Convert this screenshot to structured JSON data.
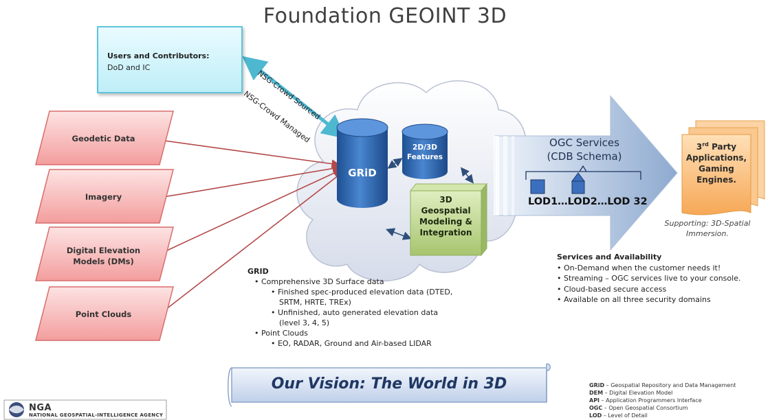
{
  "title": "Foundation GEOINT 3D",
  "users_box": {
    "title": "Users and Contributors:",
    "subtitle": "DoD and IC"
  },
  "crowd_labels": {
    "sourced": "NSG-Crowd Sourced",
    "managed": "NSG-Crowd Managed"
  },
  "data_sources": [
    {
      "label_lines": [
        "Geodetic Data"
      ]
    },
    {
      "label_lines": [
        "Imagery"
      ]
    },
    {
      "label_lines": [
        "Digital Elevation",
        "Models (DMs)"
      ]
    },
    {
      "label_lines": [
        "Point Clouds"
      ]
    }
  ],
  "grid_db": "GRiD",
  "features_db": {
    "line1": "2D/3D",
    "line2": "Features"
  },
  "modeling_box": {
    "lines": [
      "3D",
      "Geospatial",
      "Modeling &",
      "Integration"
    ]
  },
  "ogc": {
    "title": "OGC Services",
    "subtitle": "(CDB Schema)",
    "lod": "LOD1…LOD2…LOD 32"
  },
  "third_party": {
    "sup_prefix": "3",
    "sup": "rd",
    "line1_rest": " Party",
    "lines": [
      "Applications,",
      "Gaming",
      "Engines."
    ]
  },
  "supporting": {
    "line1": "Supporting: 3D-Spatial",
    "line2": "Immersion."
  },
  "grid_section": {
    "heading": "GRID",
    "items": [
      "• Comprehensive 3D Surface data",
      "• Finished spec-produced elevation data (DTED,",
      "SRTM, HRTE, TREx)",
      "• Unfinished, auto generated elevation data",
      "(level 3, 4, 5)",
      "• Point Clouds",
      "• EO, RADAR, Ground and Air-based LIDAR"
    ]
  },
  "services_section": {
    "heading": "Services and Availability",
    "items": [
      "• On-Demand when the customer needs it!",
      "• Streaming – OGC services live to your console.",
      "• Cloud-based secure access",
      "• Available on all three security domains"
    ]
  },
  "vision": "Our Vision: The World in 3D",
  "glossary": [
    {
      "abbr": "GRiD",
      "def": " – Geospatial Repository and Data Management"
    },
    {
      "abbr": "DEM",
      "def": " – Digital Elevation Model"
    },
    {
      "abbr": "API",
      "def": " – Application Programmers Interface"
    },
    {
      "abbr": "OGC",
      "def": " – Open Geospatial Consortium"
    },
    {
      "abbr": "LOD",
      "def": " – Level of Detail"
    }
  ],
  "logo": {
    "name": "NGA",
    "full": "NATIONAL GEOSPATIAL-INTELLIGENCE AGENCY"
  },
  "colors": {
    "cloud": "#e6eaf3",
    "cylinder": "#2e64ad",
    "data_box": "#f7b7b7",
    "red_arrow": "#b44848",
    "ogc_arrow": "#9db5d6",
    "orange": "#f7b267",
    "green_box": "#b5cf82",
    "connector": "#2f4f7a"
  }
}
